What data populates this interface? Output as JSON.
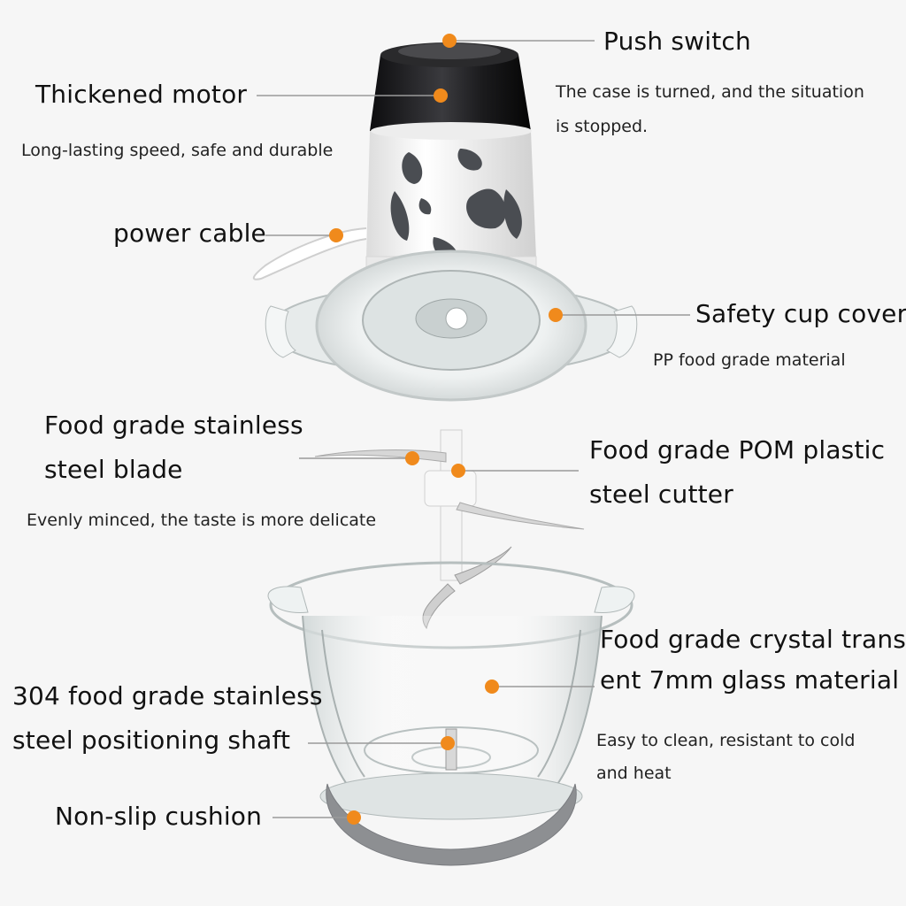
{
  "callouts": {
    "push_switch": {
      "title": "Push switch",
      "desc_lines": [
        "The case is turned, and the situation",
        "is stopped."
      ]
    },
    "motor": {
      "title": "Thickened motor",
      "desc": "Long-lasting speed, safe and durable"
    },
    "power_cable": {
      "title": "power cable"
    },
    "cup_cover": {
      "title": "Safety cup cover",
      "desc": "PP food grade material"
    },
    "blade": {
      "title_lines": [
        "Food grade stainless",
        "steel blade"
      ],
      "desc": "Evenly minced, the taste is more delicate"
    },
    "cutter": {
      "title_lines": [
        "Food grade POM plastic",
        "steel cutter"
      ]
    },
    "glass": {
      "title_lines": [
        "Food grade crystal transpar",
        "ent 7mm glass material"
      ],
      "desc_lines": [
        "Easy to clean, resistant to cold",
        "and heat"
      ]
    },
    "shaft": {
      "title_lines": [
        "304 food grade stainless",
        "steel positioning shaft"
      ]
    },
    "cushion": {
      "title": "Non-slip cushion"
    }
  },
  "colors": {
    "marker": "#f08a1c",
    "leader_line": "#9a9a9a",
    "motor_dark": "#1c1c1e",
    "body_white": "#f2f2f2"
  }
}
